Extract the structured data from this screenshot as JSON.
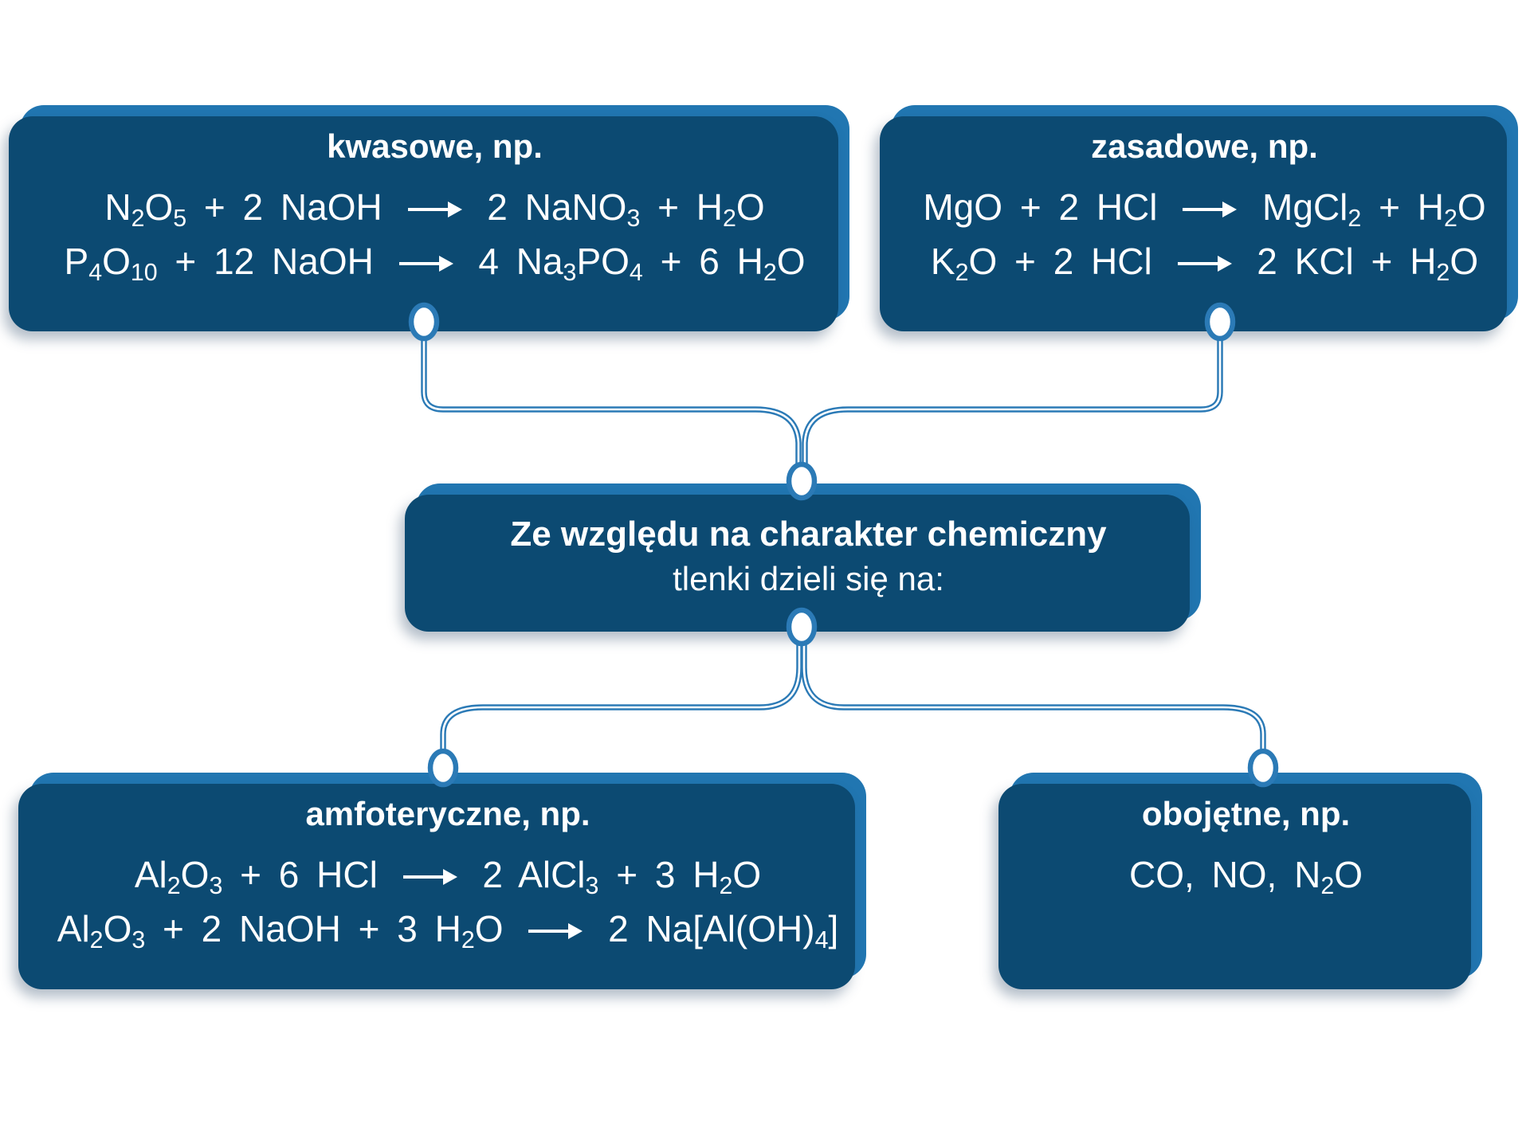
{
  "colors": {
    "box_fill": "#2176b1",
    "box_shadow": "#0c4a72",
    "connector": "#2b7ab6",
    "node_fill": "#ffffff",
    "text": "#ffffff",
    "background": "#ffffff"
  },
  "root_box": {
    "line1": "Ze względu na charakter chemiczny",
    "line2": "tlenki dzieli się na:"
  },
  "category_boxes": [
    {
      "key": "kwasowe",
      "title": "kwasowe, np.",
      "equations": [
        "N_2O_5 + 2 NaOH -> 2 NaNO_3 + H_2O",
        "P_4O_10 + 12 NaOH -> 4 Na_3PO_4 + 6 H_2O"
      ]
    },
    {
      "key": "zasadowe",
      "title": "zasadowe, np.",
      "equations": [
        "MgO + 2 HCl -> MgCl_2 + H_2O",
        "K_2O + 2 HCl -> 2 KCl + H_2O"
      ]
    },
    {
      "key": "amfoteryczne",
      "title": "amfoteryczne, np.",
      "equations": [
        "Al_2O_3 + 6 HCl -> 2 AlCl_3 + 3 H_2O",
        "Al_2O_3 + 2 NaOH + 3 H_2O -> 2 Na[Al(OH)_4]"
      ]
    },
    {
      "key": "obojetne",
      "title": "obojętne, np.",
      "equations": [
        "CO, NO, N_2O"
      ]
    }
  ]
}
